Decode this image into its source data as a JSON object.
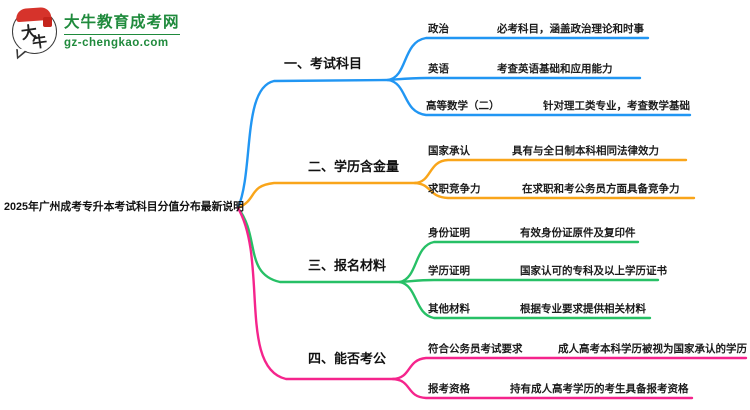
{
  "site": {
    "logo_title": "大牛教育成考网",
    "logo_domain": "gz-chengkao.com",
    "icon_char_1": "大",
    "icon_char_2": "牛",
    "brand_green": "#1f8a3c",
    "brand_red": "#d6332b"
  },
  "mindmap": {
    "root": "2025年广州成考专升本考试科目分值分布最新说明",
    "branches": [
      {
        "label": "一、考试科目",
        "color": "#2196f3",
        "children": [
          {
            "title": "政治",
            "desc": "必考科目，涵盖政治理论和时事"
          },
          {
            "title": "英语",
            "desc": "考查英语基础和应用能力"
          },
          {
            "title": "高等数学（二）",
            "desc": "针对理工类专业，考查数学基础"
          }
        ]
      },
      {
        "label": "二、学历含金量",
        "color": "#f9a51a",
        "children": [
          {
            "title": "国家承认",
            "desc": "具有与全日制本科相同法律效力"
          },
          {
            "title": "求职竞争力",
            "desc": "在求职和考公务员方面具备竞争力"
          }
        ]
      },
      {
        "label": "三、报名材料",
        "color": "#27c066",
        "children": [
          {
            "title": "身份证明",
            "desc": "有效身份证原件及复印件"
          },
          {
            "title": "学历证明",
            "desc": "国家认可的专科及以上学历证书"
          },
          {
            "title": "其他材料",
            "desc": "根据专业要求提供相关材料"
          }
        ]
      },
      {
        "label": "四、能否考公",
        "color": "#f5248c",
        "children": [
          {
            "title": "符合公务员考试要求",
            "desc": "成人高考本科学历被视为国家承认的学历"
          },
          {
            "title": "报考资格",
            "desc": "持有成人高考学历的考生具备报考资格"
          }
        ]
      }
    ]
  }
}
